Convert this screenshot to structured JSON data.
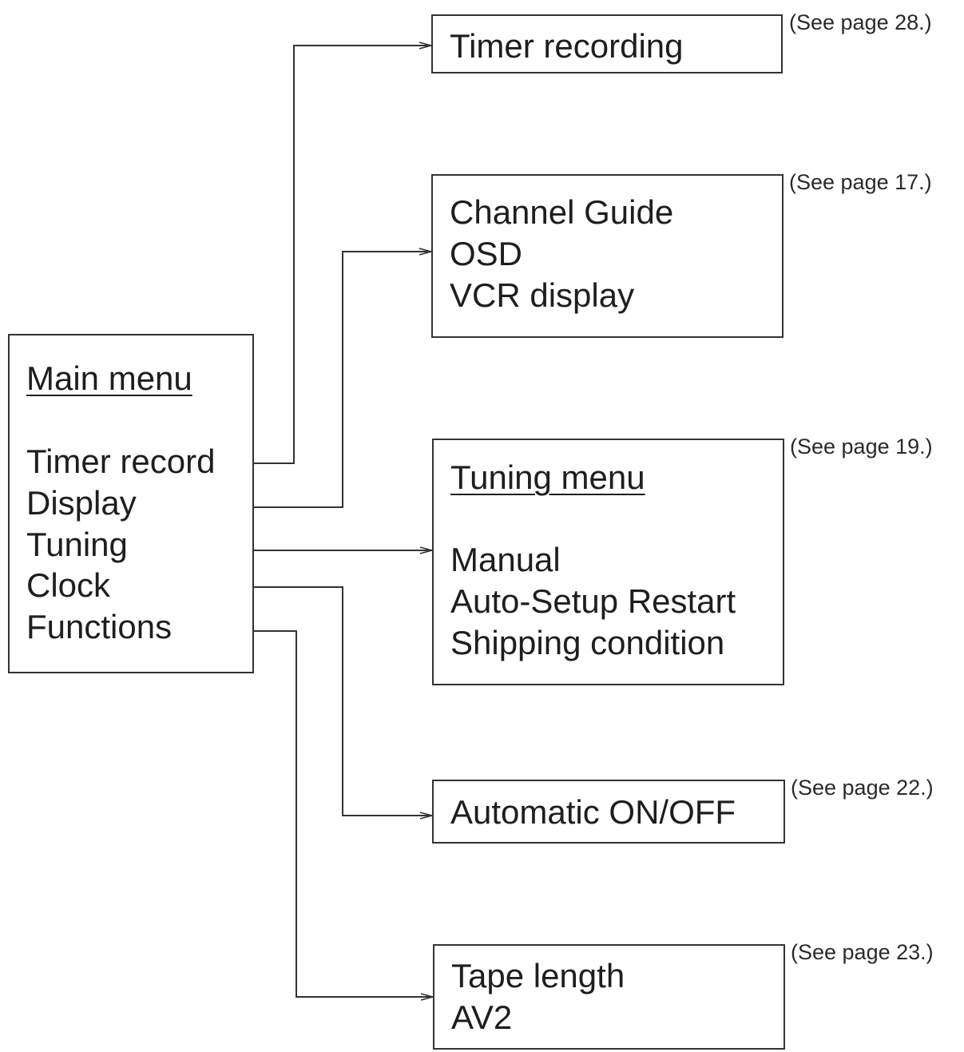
{
  "main_menu": {
    "title": "Main menu",
    "items": [
      "Timer record",
      "Display",
      "Tuning",
      "Clock",
      "Functions"
    ]
  },
  "targets": {
    "timer": {
      "lines": [
        "Timer recording"
      ],
      "ref": "(See page 28.)"
    },
    "display": {
      "lines": [
        "Channel Guide",
        "OSD",
        "VCR display"
      ],
      "ref": "(See page 17.)"
    },
    "tuning": {
      "title": "Tuning menu",
      "lines": [
        "Manual",
        "Auto-Setup Restart",
        "Shipping condition"
      ],
      "ref": "(See page 19.)"
    },
    "clock": {
      "lines": [
        "Automatic ON/OFF"
      ],
      "ref": "(See page 22.)"
    },
    "functions": {
      "lines": [
        "Tape length",
        "AV2"
      ],
      "ref": "(See page 23.)"
    }
  }
}
